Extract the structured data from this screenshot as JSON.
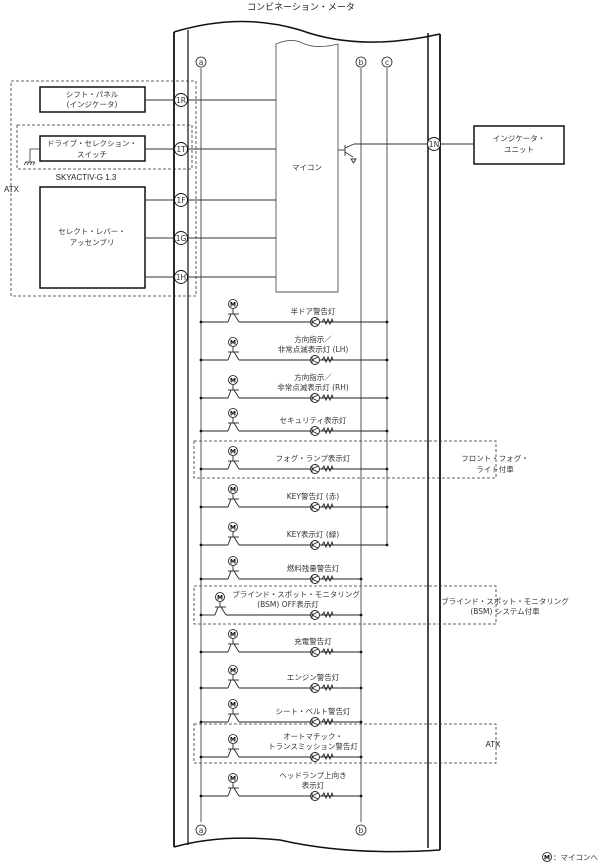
{
  "title": "コンビネーション・メータ",
  "external_components": {
    "shift_panel": [
      "シフト・パネル",
      "(インジケータ)"
    ],
    "drive_selection_switch": [
      "ドライブ・セレクション・",
      "スイッチ"
    ],
    "skyactiv_label": "SKYACTIV-G 1.3",
    "select_lever": [
      "セレクト・レバー・",
      "アッセンブリ"
    ],
    "atx_label": "ATX",
    "indicator_unit": [
      "インジケータ・",
      "ユニット"
    ]
  },
  "connectors": {
    "r": "1R",
    "t": "1T",
    "f": "1F",
    "g": "1G",
    "h": "1H",
    "n": "1N"
  },
  "buses": {
    "a": "a",
    "b": "b",
    "c": "c"
  },
  "microcomputer_label": "マイコン",
  "lamps": [
    {
      "label": [
        "半ドア警告灯"
      ],
      "to": "c"
    },
    {
      "label": [
        "方向指示／",
        "非常点滅表示灯 (LH)"
      ],
      "to": "c"
    },
    {
      "label": [
        "方向指示／",
        "非常点滅表示灯 (RH)"
      ],
      "to": "c"
    },
    {
      "label": [
        "セキュリティ表示灯"
      ],
      "to": "c"
    },
    {
      "label": [
        "フォグ・ランプ表示灯"
      ],
      "to": "c",
      "group": "fog"
    },
    {
      "label": [
        "KEY警告灯 (赤)"
      ],
      "to": "c"
    },
    {
      "label": [
        "KEY表示灯 (緑)"
      ],
      "to": "c"
    },
    {
      "label": [
        "燃料残量警告灯"
      ],
      "to": "b"
    },
    {
      "label": [
        "ブラインド・スポット・モニタリング",
        "(BSM) OFF表示灯"
      ],
      "to": "b",
      "group": "bsm"
    },
    {
      "label": [
        "充電警告灯"
      ],
      "to": "b"
    },
    {
      "label": [
        "エンジン警告灯"
      ],
      "to": "b"
    },
    {
      "label": [
        "シート・ベルト警告灯"
      ],
      "to": "b"
    },
    {
      "label": [
        "オートマチック・",
        "トランスミッション警告灯"
      ],
      "to": "b",
      "group": "atx"
    },
    {
      "label": [
        "ヘッドランプ上向き",
        "表示灯"
      ],
      "to": "b"
    }
  ],
  "groups": {
    "fog": [
      "フロント・フォグ・",
      "ライト付車"
    ],
    "bsm": [
      "ブラインド・スポット・モニタリング",
      "(BSM) システム付車"
    ],
    "atx": [
      "ATX"
    ]
  },
  "legend": {
    "symbol": "M",
    "text": "：マイコンへ"
  }
}
